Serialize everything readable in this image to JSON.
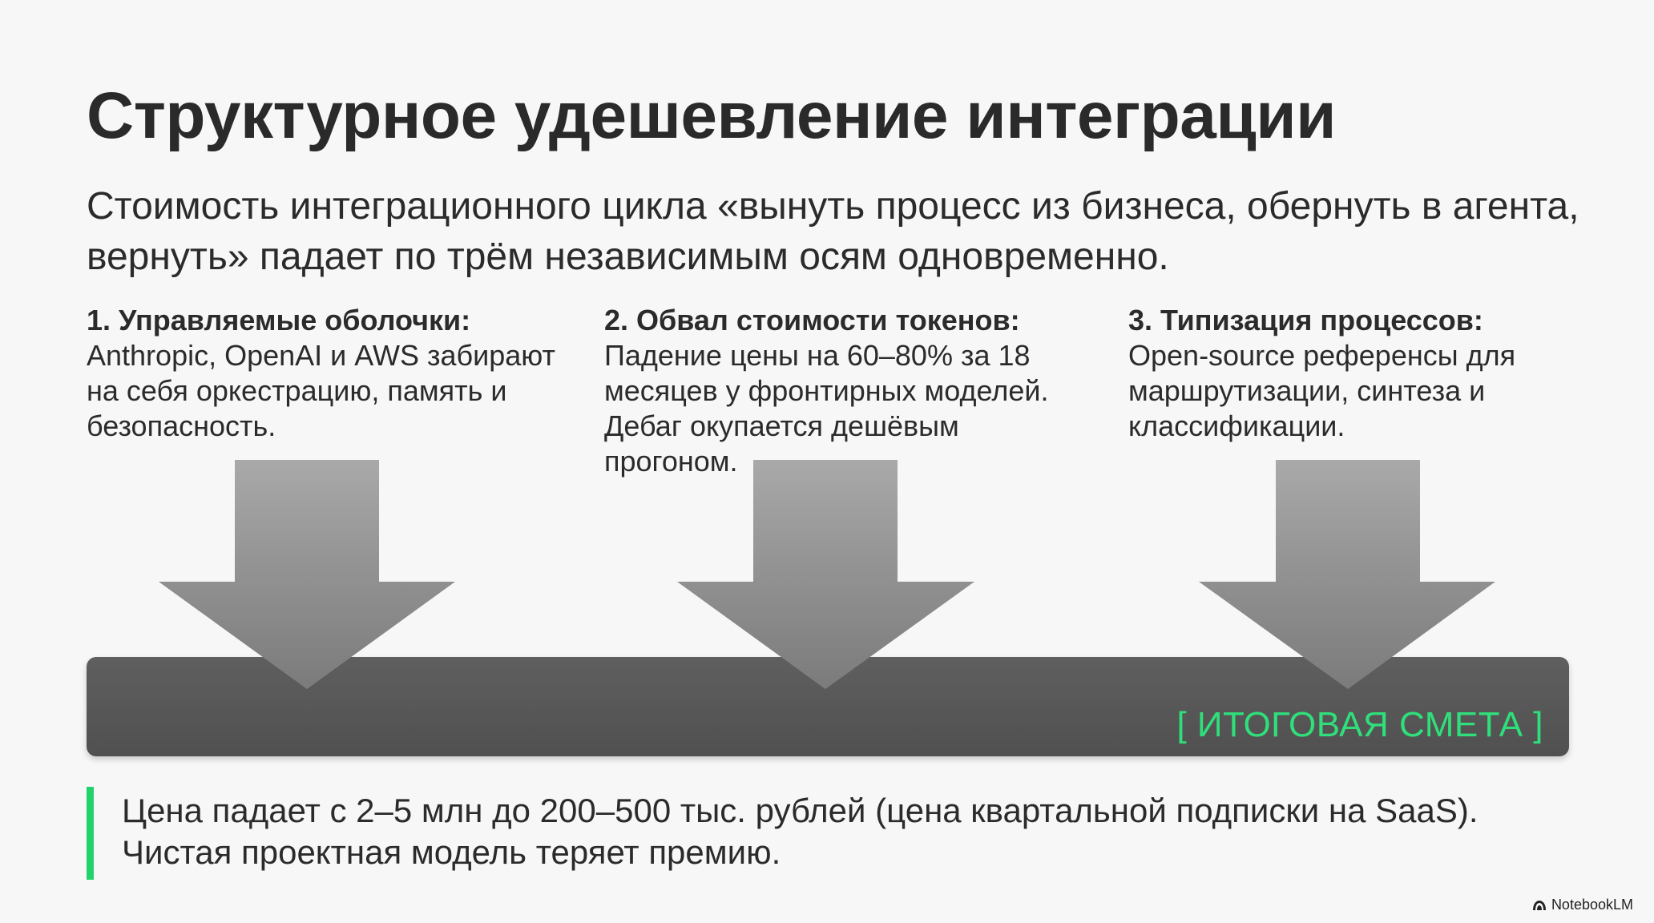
{
  "title": "Структурное удешевление интеграции",
  "subtitle": "Стоимость интеграционного цикла «вынуть процесс из бизнеса, обернуть в агента, вернуть» падает по трём независимым осям одновременно.",
  "columns": [
    {
      "heading": "1. Управляемые оболочки:",
      "body": "Anthropic, OpenAI и AWS забирают на себя оркестрацию, память и безопасность."
    },
    {
      "heading": "2. Обвал стоимости токенов:",
      "body": "Падение цены на 60–80% за 18 месяцев у фронтирных моделей. Дебаг окупается дешёвым прогоном."
    },
    {
      "heading": "3. Типизация процессов:",
      "body": "Open-source референсы для маршрутизации, синтеза и классификации."
    }
  ],
  "bar": {
    "label": "[ ИТОГОВАЯ СМЕТА ]",
    "label_color": "#2fe07a"
  },
  "conclusion": "Цена падает с 2–5 млн до 200–500 тыс. рублей (цена квартальной подписки на SaaS). Чистая  проектная модель теряет премию.",
  "brand": "NotebookLM",
  "colors": {
    "accent": "#22d36b",
    "bar": "#555555",
    "arrow": "#8a8a8a"
  }
}
